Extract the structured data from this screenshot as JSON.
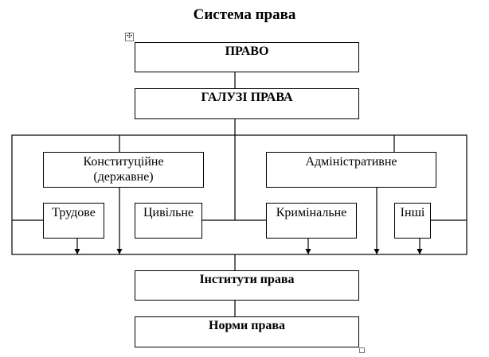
{
  "diagram": {
    "title": "Система права",
    "nodes": {
      "pravo": "ПРАВО",
      "galuzi": "ГАЛУЗІ ПРАВА",
      "konstytutsiine": "Конституційне (державне)",
      "administratyvne": "Адміністративне",
      "trudove": "Трудове",
      "tsyvilne": "Цивільне",
      "kryminalne": "Кримінальне",
      "inshi": "Інші",
      "instytuty": "Інститути права",
      "normy": "Норми права"
    },
    "icons": {
      "move_handle": "move-icon",
      "resize_handle": "resize-handle-icon"
    }
  }
}
